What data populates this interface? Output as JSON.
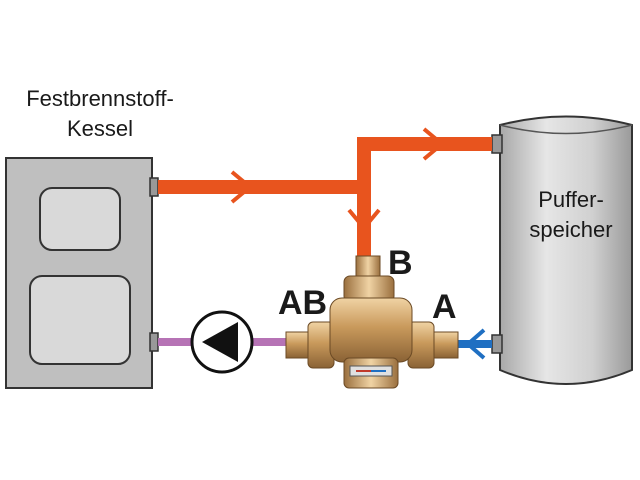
{
  "boiler": {
    "label_line1": "Festbrennstoff-",
    "label_line2": "Kessel",
    "body_color": "#bfbfbf"
  },
  "tank": {
    "label_line1": "Puffer-",
    "label_line2": "speicher",
    "body_color": "#d4d4d4"
  },
  "ports": {
    "b": "B",
    "ab": "AB",
    "a": "A"
  },
  "pipes": {
    "hot_color": "#e8541e",
    "cold_color": "#1f6fc2",
    "return_color": "#b673b5"
  },
  "components": {
    "pump_icon": "circulation-pump-icon",
    "valve_icon": "three-way-mixing-valve-icon"
  }
}
